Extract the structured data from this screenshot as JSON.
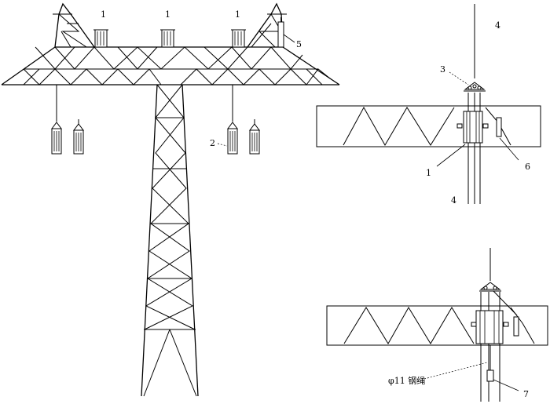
{
  "labels": {
    "n1_left": "1",
    "n1_center": "1",
    "n1_right": "1",
    "n2": "2",
    "n5": "5",
    "n3": "3",
    "n4_top": "4",
    "n4_bottom": "4",
    "n1_detail": "1",
    "n6": "6",
    "n7": "7",
    "rope": "φ11 钢绳"
  }
}
